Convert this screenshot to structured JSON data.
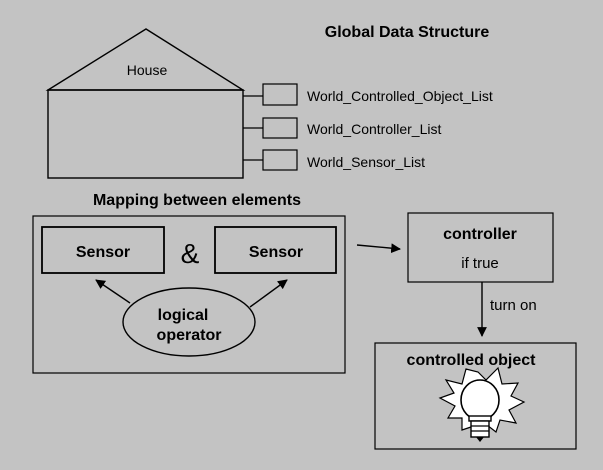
{
  "global_title": "Global Data Structure",
  "house": {
    "label": "House",
    "lists": [
      "World_Controlled_Object_List",
      "World_Controller_List",
      "World_Sensor_List"
    ]
  },
  "mapping": {
    "title": "Mapping between elements",
    "sensor_left": "Sensor",
    "ampersand": "&",
    "sensor_right": "Sensor",
    "operator_line1": "logical",
    "operator_line2": "operator"
  },
  "controller": {
    "title": "controller",
    "condition": "if true"
  },
  "link_label": "turn on",
  "controlled_object": {
    "title": "controlled object"
  },
  "colors": {
    "background": "#c3c3c3",
    "lines": "#000000",
    "bulb": "#ffffff"
  }
}
